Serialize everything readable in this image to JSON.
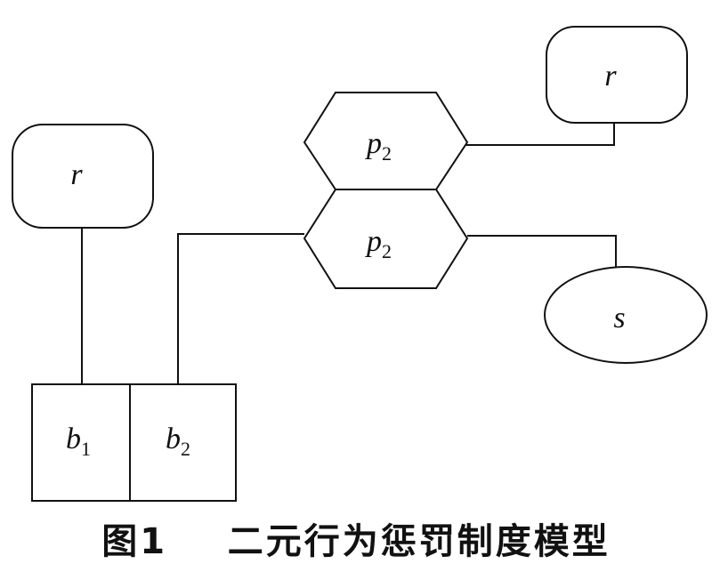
{
  "diagram": {
    "nodes": {
      "role_left": {
        "main": "r",
        "sub": ""
      },
      "role_right": {
        "main": "r",
        "sub": ""
      },
      "p2_top": {
        "main": "p",
        "sub": "2"
      },
      "p2_bottom": {
        "main": "p",
        "sub": "2"
      },
      "sanction": {
        "main": "s",
        "sub": ""
      },
      "b1": {
        "main": "b",
        "sub": "1"
      },
      "b2": {
        "main": "b",
        "sub": "2"
      }
    }
  },
  "caption": {
    "number": "图1",
    "title": "二元行为惩罚制度模型"
  }
}
